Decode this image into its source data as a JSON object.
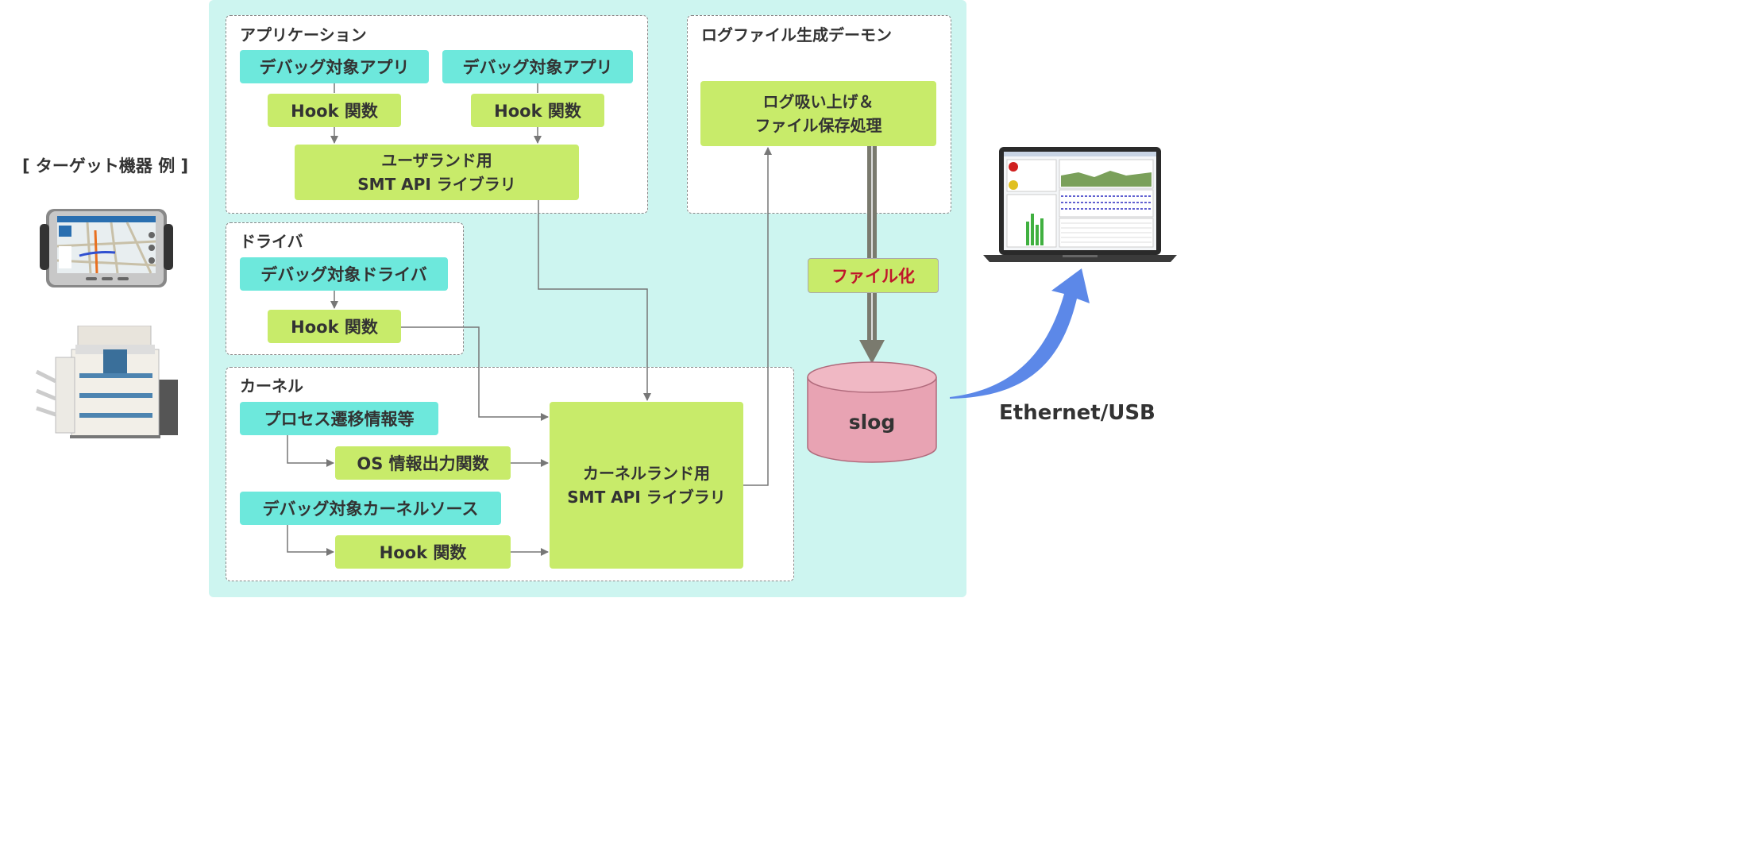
{
  "left": {
    "target_label": "[ ターゲット機器 例 ]",
    "images": [
      "car-navigation-device",
      "multifunction-printer"
    ]
  },
  "groups": {
    "application": {
      "title": "アプリケーション",
      "app1": "デバッグ対象アプリ",
      "app2": "デバッグ対象アプリ",
      "hook1": "Hook 関数",
      "hook2": "Hook 関数",
      "library_line1": "ユーザランド用",
      "library_line2": "SMT API ライブラリ"
    },
    "driver": {
      "title": "ドライバ",
      "target": "デバッグ対象ドライバ",
      "hook": "Hook 関数"
    },
    "kernel": {
      "title": "カーネル",
      "process": "プロセス遷移情報等",
      "os_info": "OS 情報出力関数",
      "kernel_source": "デバッグ対象カーネルソース",
      "hook": "Hook 関数",
      "library_line1": "カーネルランド用",
      "library_line2": "SMT API ライブラリ"
    },
    "daemon": {
      "title": "ログファイル生成デーモン",
      "process_line1": "ログ吸い上げ＆",
      "process_line2": "ファイル保存処理"
    }
  },
  "file_label": "ファイル化",
  "storage": "slog",
  "connection": "Ethernet/USB",
  "colors": {
    "panel": "#cdf5f0",
    "teal_box": "#6de8dc",
    "green_box": "#c8eb6a",
    "cylinder": "#e8a3b3",
    "file_label_text": "#c0172b",
    "arrow_blue": "#5c88e8"
  }
}
